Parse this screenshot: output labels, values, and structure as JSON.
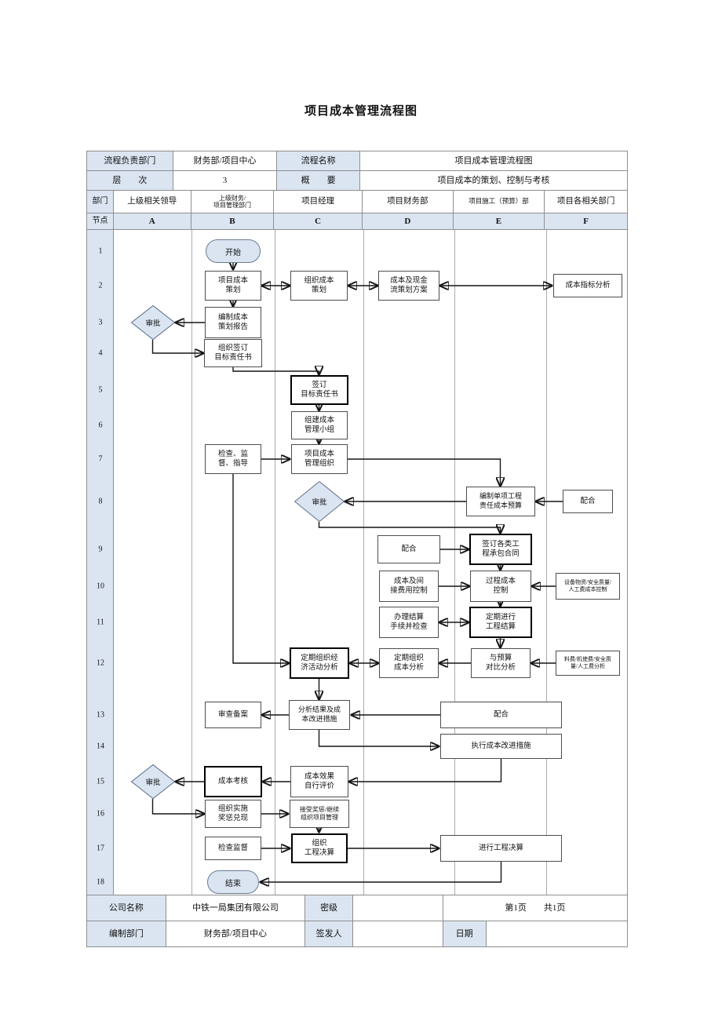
{
  "title": "项目成本管理流程图",
  "info": {
    "r1c1": "流程负责部门",
    "r1c2": "财务部/项目中心",
    "r1c3": "流程名称",
    "r1c4": "项目成本管理流程图",
    "r2c1": "层　　次",
    "r2c2": "3",
    "r2c3": "概　　要",
    "r2c4": "项目成本的策划、控制与考核"
  },
  "lanes": {
    "dept_header": "部门",
    "node_header": "节点",
    "departments": [
      "上级相关领导",
      "上级财务/\n项目管理部门",
      "项目经理",
      "项目财务部",
      "项目施工（预算）部",
      "项目各相关部门"
    ],
    "letters": [
      "A",
      "B",
      "C",
      "D",
      "E",
      "F"
    ]
  },
  "rows": [
    "1",
    "2",
    "3",
    "4",
    "5",
    "6",
    "7",
    "8",
    "9",
    "10",
    "11",
    "12",
    "13",
    "14",
    "15",
    "16",
    "17",
    "18"
  ],
  "nodes": {
    "start": "开始",
    "b2": "项目成本\n策划",
    "c2": "组织成本\n策划",
    "d2": "成本及现金\n流策划方案",
    "f2": "成本指标分析",
    "a3": "审批",
    "b3": "编制成本\n策划报告",
    "b4": "组织签订\n目标责任书",
    "c5": "签订\n目标责任书",
    "c6": "组建成本\n管理小组",
    "b7": "检查、监\n督、指导",
    "c7": "项目成本\n管理组织",
    "c8": "审批",
    "e8": "编制单项工程\n责任成本预算",
    "f8": "配合",
    "d9": "配合",
    "e9": "签订各类工\n程承包合同",
    "d10": "成本及间\n接费用控制",
    "e10": "过程成本\n控制",
    "f10": "设备物资/安全质量/\n人工费成本控制",
    "d11": "办理结算\n手续并检查",
    "e11": "定期进行\n工程结算",
    "c12": "定期组织经\n济活动分析",
    "d12": "定期组织\n成本分析",
    "e12": "与预算\n对比分析",
    "f12": "料费/机使费/安全质\n量/人工费分析",
    "b13": "审查备案",
    "c13": "分析结果及成\n本改进措施",
    "e13": "配合",
    "e14": "执行成本改进措施",
    "a15": "审批",
    "b15": "成本考核",
    "c15": "成本效果\n自行评价",
    "b16": "组织实施\n奖惩兑现",
    "c16": "接受奖惩/继续\n组织项目管理",
    "b17": "检查监督",
    "c17": "组织\n工程决算",
    "e17": "进行工程决算",
    "end": "结束"
  },
  "footer": {
    "r1c1": "公司名称",
    "r1c2": "中铁一局集团有限公司",
    "r1c3": "密级",
    "r1c4": "",
    "r1c5": "第1页　　共1页",
    "r2c1": "编制部门",
    "r2c2": "财务部/项目中心",
    "r2c3": "签发人",
    "r2c4": "",
    "r2c5": "日期",
    "r2c6": ""
  },
  "colors": {
    "header_bg": "#dbe5f1",
    "table_border": "#8e8e8e",
    "lane_line": "#ababab",
    "box_border": "#4d4d4d",
    "bold_box_border": "#000000",
    "connector": "#151515",
    "shape_fill": "#dbe5f1"
  }
}
